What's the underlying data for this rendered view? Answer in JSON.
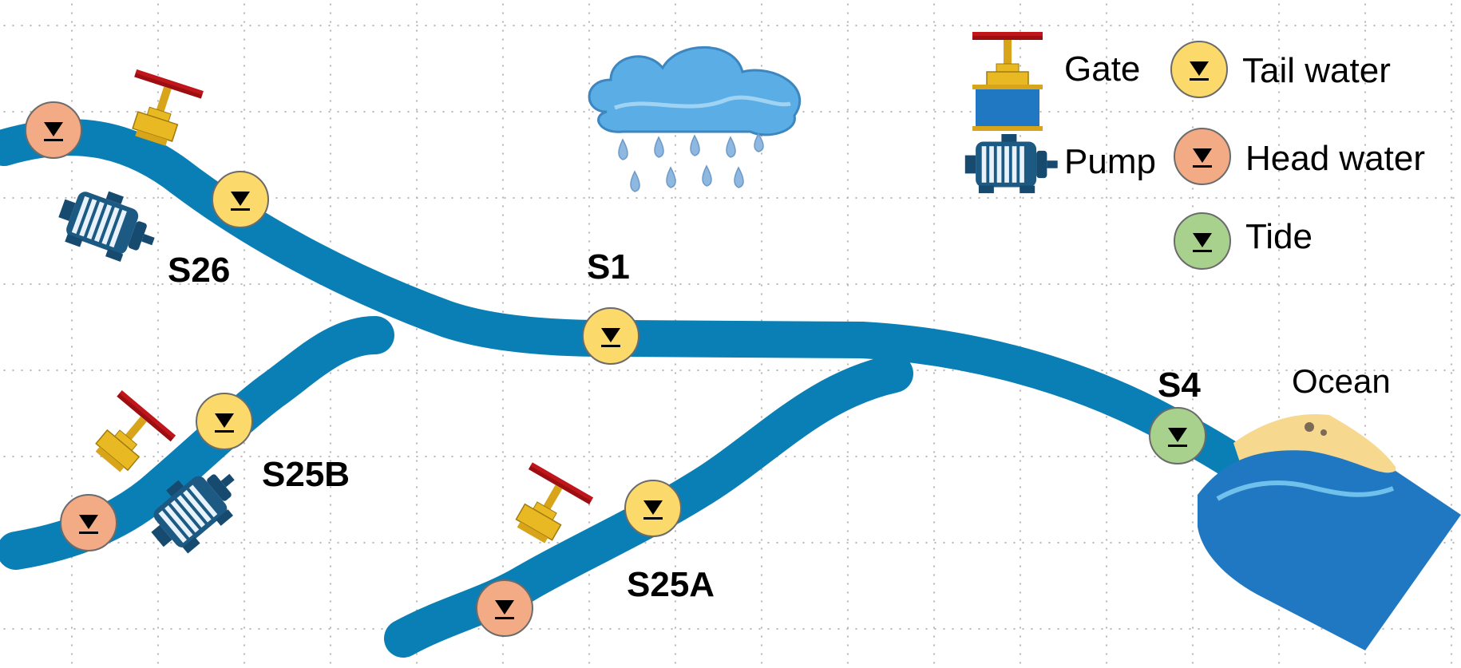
{
  "sites": {
    "s26": "S26",
    "s1": "S1",
    "s25b": "S25B",
    "s25a": "S25A",
    "s4": "S4"
  },
  "ocean_label": "Ocean",
  "legend": {
    "gate": "Gate",
    "pump": "Pump",
    "tail_water": "Tail water",
    "head_water": "Head water",
    "tide": "Tide"
  },
  "colors": {
    "river": "#0a7fb5",
    "tail_water": "#fbd96a",
    "head_water": "#f2ab85",
    "tide": "#a9d18e",
    "gate_body": "#e8b923",
    "gate_wheel": "#c0161b",
    "pump": "#1c5a84",
    "ocean": "#1f78c1",
    "sand": "#f6d88e"
  },
  "icons": [
    "rain-cloud-icon",
    "gate-valve-icon",
    "pump-motor-icon",
    "water-level-marker-icon"
  ]
}
